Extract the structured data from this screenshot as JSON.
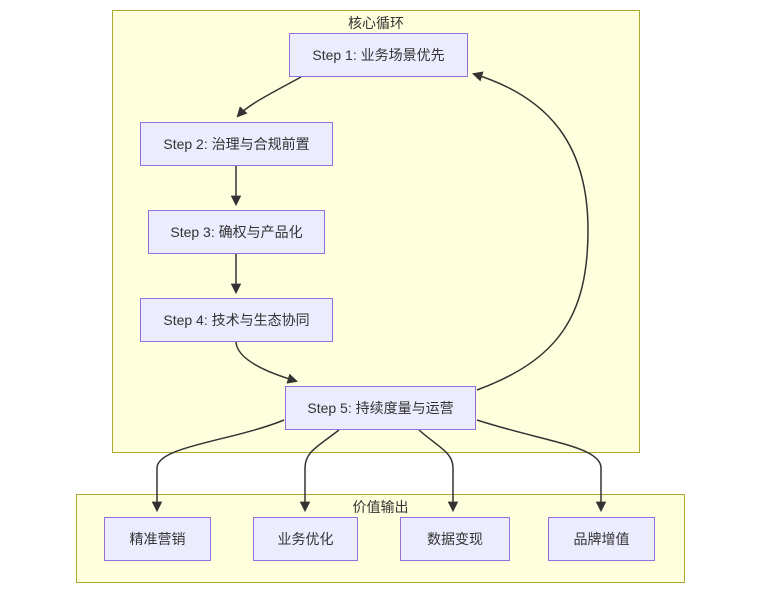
{
  "diagram": {
    "type": "flowchart",
    "clusters": [
      {
        "id": "core",
        "label": "核心循环"
      },
      {
        "id": "output",
        "label": "价值输出"
      }
    ],
    "nodes": {
      "step1": {
        "label": "Step 1: 业务场景优先",
        "cluster": "core"
      },
      "step2": {
        "label": "Step 2: 治理与合规前置",
        "cluster": "core"
      },
      "step3": {
        "label": "Step 3: 确权与产品化",
        "cluster": "core"
      },
      "step4": {
        "label": "Step 4: 技术与生态协同",
        "cluster": "core"
      },
      "step5": {
        "label": "Step 5: 持续度量与运营",
        "cluster": "core"
      },
      "out1": {
        "label": "精准营销",
        "cluster": "output"
      },
      "out2": {
        "label": "业务优化",
        "cluster": "output"
      },
      "out3": {
        "label": "数据变现",
        "cluster": "output"
      },
      "out4": {
        "label": "品牌增值",
        "cluster": "output"
      }
    },
    "edges": [
      {
        "from": "step1",
        "to": "step2"
      },
      {
        "from": "step2",
        "to": "step3"
      },
      {
        "from": "step3",
        "to": "step4"
      },
      {
        "from": "step4",
        "to": "step5"
      },
      {
        "from": "step5",
        "to": "step1",
        "note": "loop back"
      },
      {
        "from": "step5",
        "to": "out1"
      },
      {
        "from": "step5",
        "to": "out2"
      },
      {
        "from": "step5",
        "to": "out3"
      },
      {
        "from": "step5",
        "to": "out4"
      }
    ],
    "colors": {
      "node_fill": "#ECECFF",
      "node_border": "#9370DB",
      "cluster_fill": "#ffffde",
      "cluster_border": "#aaaa33",
      "edge": "#333333",
      "text": "#333333",
      "background": "#ffffff"
    }
  }
}
